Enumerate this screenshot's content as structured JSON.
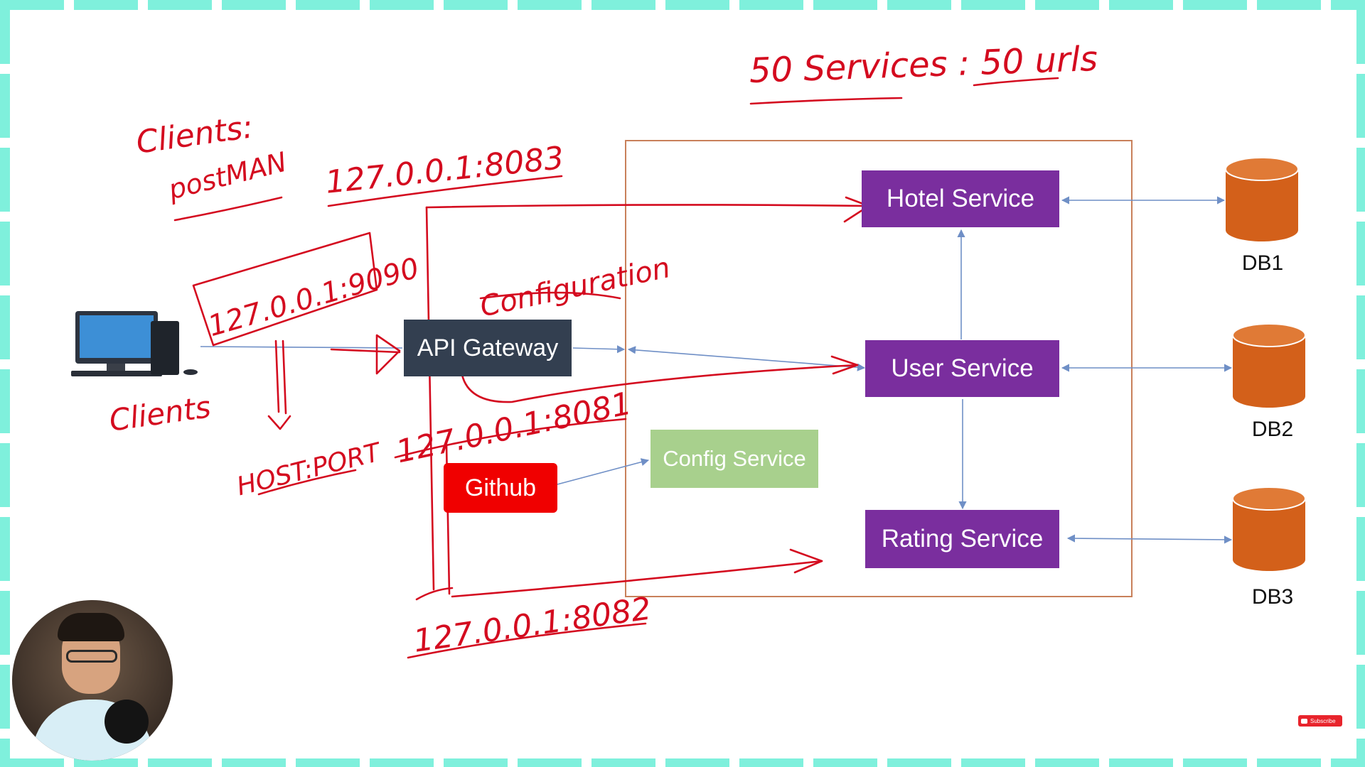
{
  "services": {
    "hotel": "Hotel Service",
    "user": "User Service",
    "rating": "Rating Service",
    "config": "Config Service",
    "gateway": "API Gateway",
    "github": "Github"
  },
  "databases": [
    "DB1",
    "DB2",
    "DB3"
  ],
  "annotations": {
    "top_note": "50 Services : 50 urls",
    "clients_heading": "Clients:",
    "postman": "postMAN",
    "gateway_address": "127.0.0.1:9090",
    "host_port": "HOST:PORT",
    "clients_label": "Clients",
    "hotel_address": "127.0.0.1:8083",
    "configuration": "Configuration",
    "user_address": "127.0.0.1:8081",
    "rating_address": "127.0.0.1:8082"
  },
  "subscribe_label": "Subscribe",
  "colors": {
    "service_purple": "#7a2e9e",
    "gateway_dark": "#333f50",
    "config_green": "#a8d08d",
    "github_red": "#f00000",
    "database_orange": "#d3601a",
    "ink_red": "#d40b1f",
    "frame_teal": "#7ff0dc",
    "boundary": "#c8805a"
  }
}
